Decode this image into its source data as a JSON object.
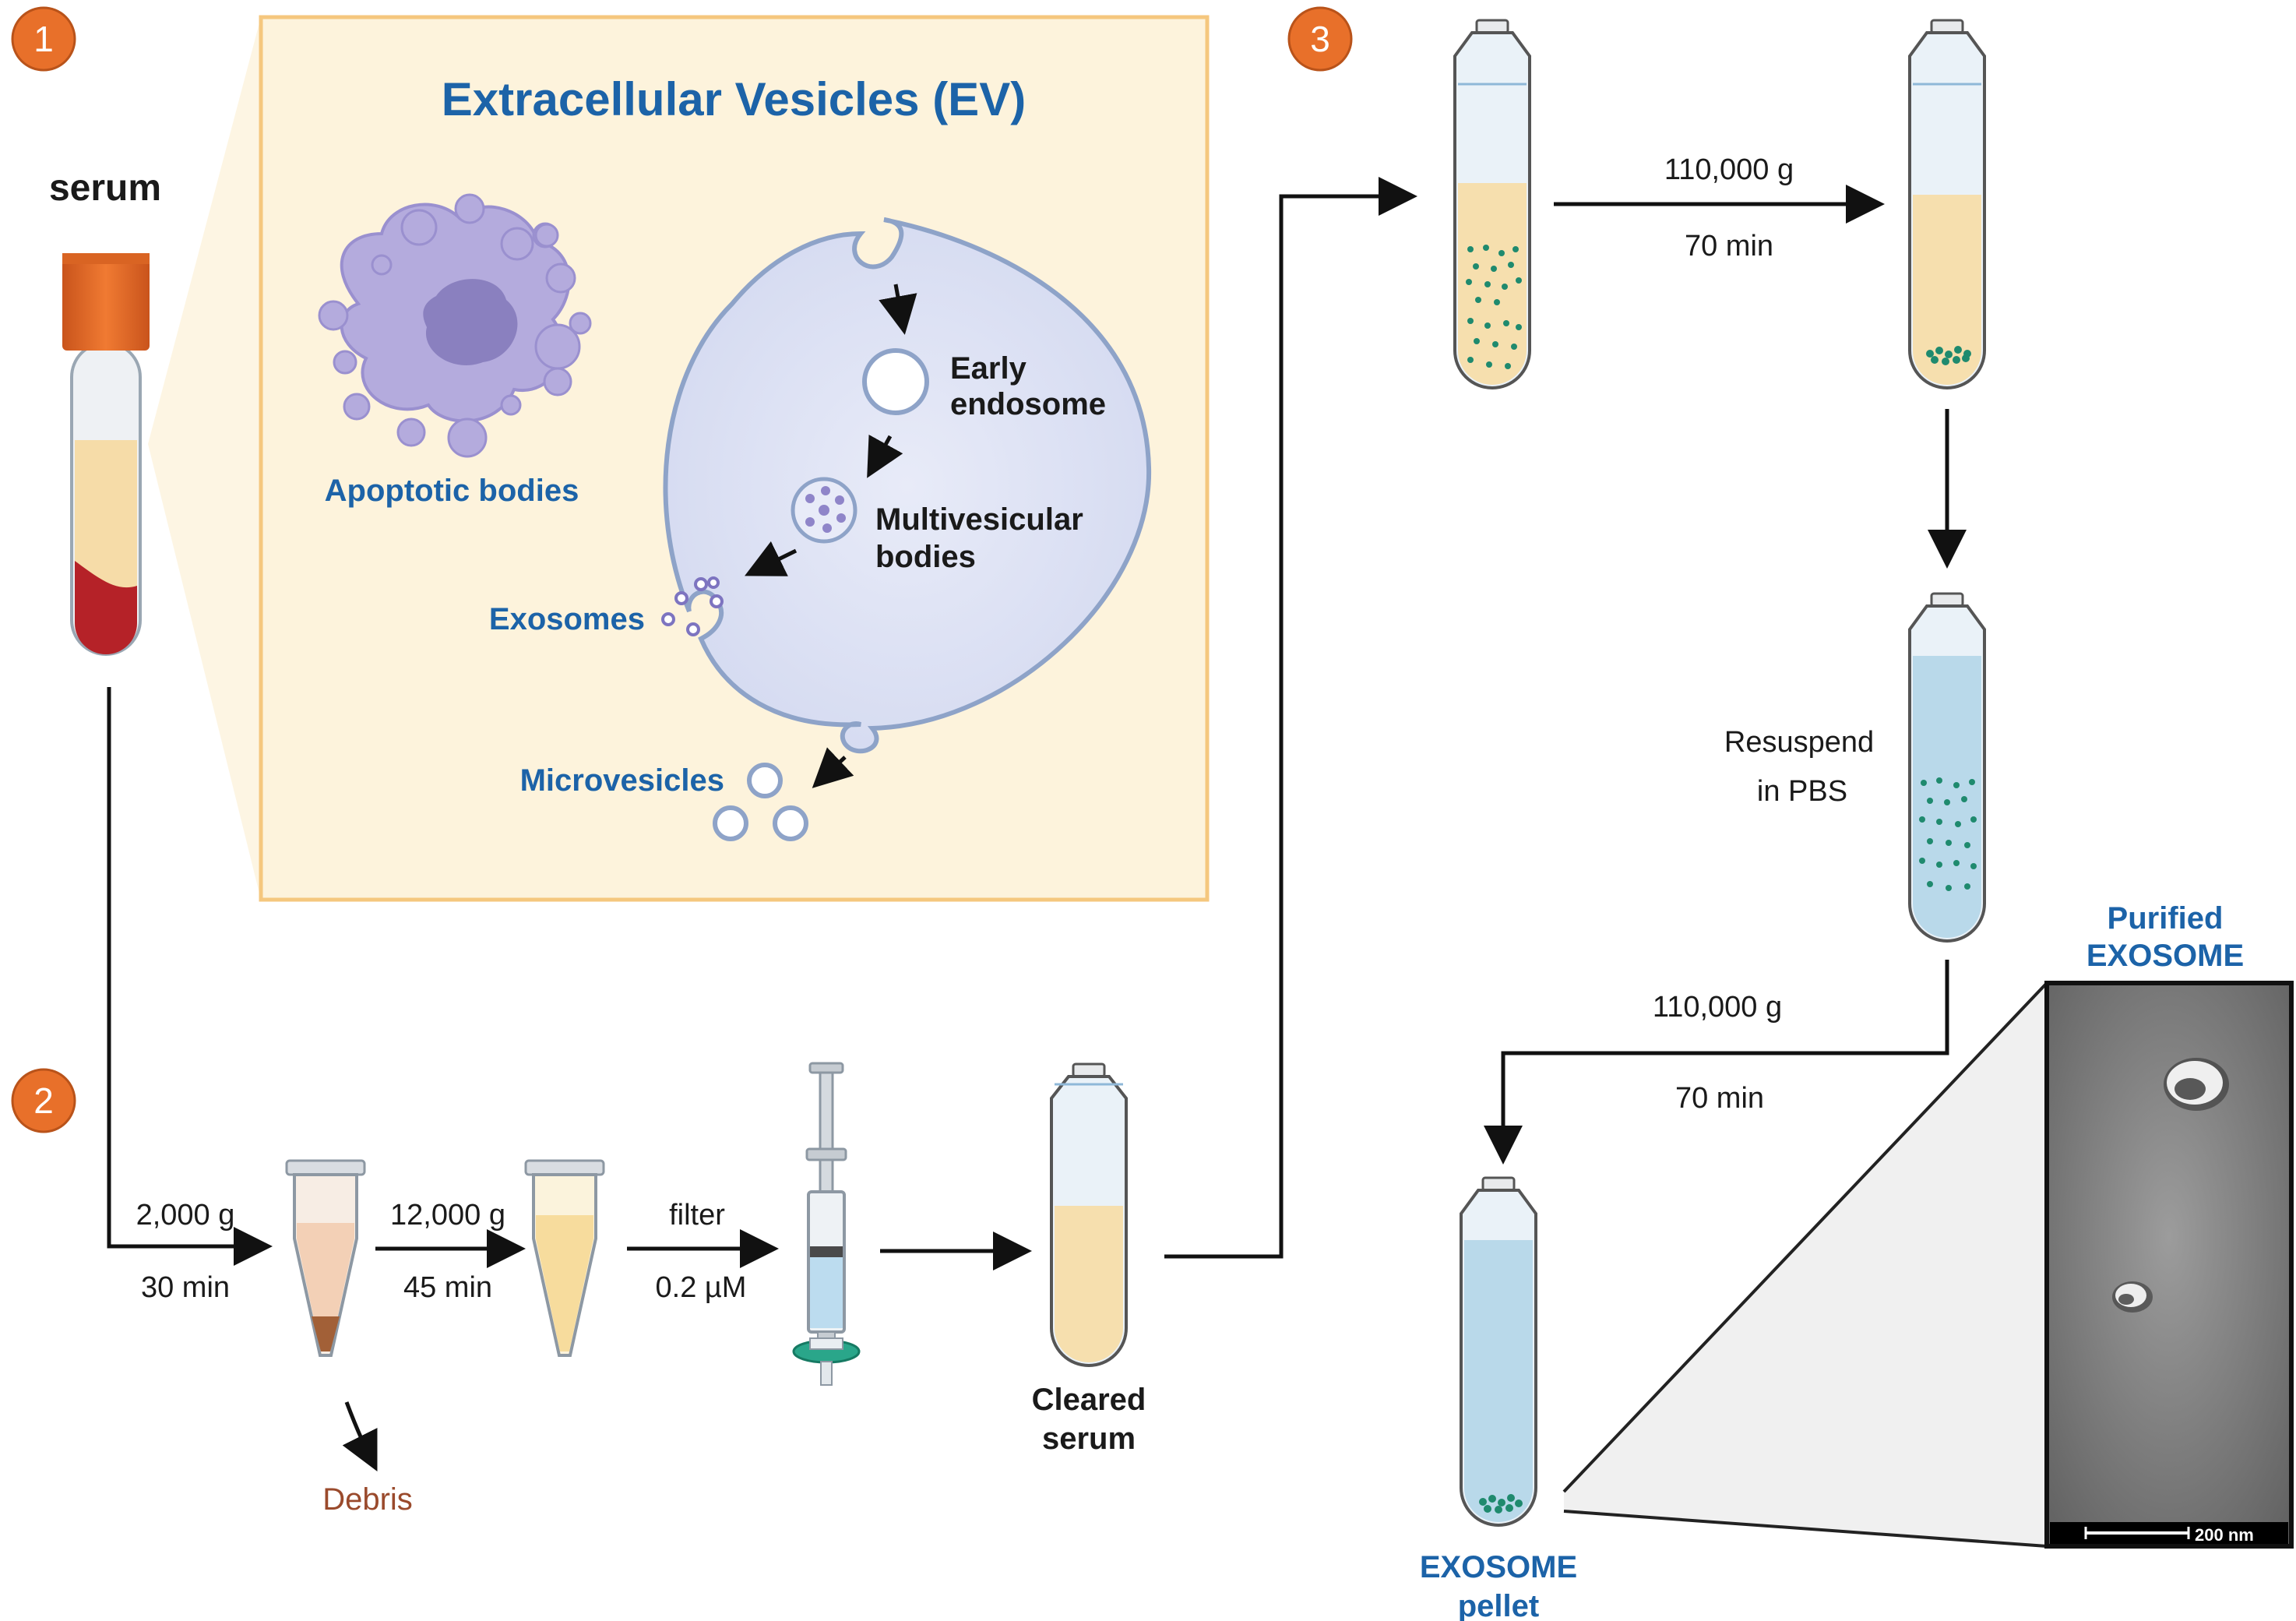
{
  "steps": {
    "one": "1",
    "two": "2",
    "three": "3"
  },
  "colors": {
    "step_badge": "#e8702a",
    "panel_fill": "#fdf3dc",
    "panel_border": "#f5c77e",
    "label_blue": "#1c63a8",
    "serum_fill": "#f5deb0",
    "pbs_fill": "#b9d9ea",
    "exosome_dot": "#1f8a6e",
    "debris": "#9a4a2c"
  },
  "panel": {
    "title": "Extracellular Vesicles (EV)",
    "apoptotic_label": "Apoptotic bodies",
    "early_endosome_1": "Early",
    "early_endosome_2": "endosome",
    "mvb_1": "Multivesicular",
    "mvb_2": "bodies",
    "exosomes_label": "Exosomes",
    "microvesicles_label": "Microvesicles"
  },
  "serum_label": "serum",
  "step2": {
    "spin1_g": "2,000 g",
    "spin1_t": "30 min",
    "spin2_g": "12,000 g",
    "spin2_t": "45 min",
    "filter_1": "filter",
    "filter_2": "0.2 µM",
    "debris": "Debris",
    "cleared_1": "Cleared",
    "cleared_2": "serum"
  },
  "step3": {
    "uc1_g": "110,000 g",
    "uc1_t": "70 min",
    "resuspend_1": "Resuspend",
    "resuspend_2": "in PBS",
    "uc2_g": "110,000 g",
    "uc2_t": "70 min",
    "pellet_1": "EXOSOME",
    "pellet_2": "pellet",
    "purified_1": "Purified",
    "purified_2": "EXOSOME",
    "scale_bar": "200 nm"
  }
}
